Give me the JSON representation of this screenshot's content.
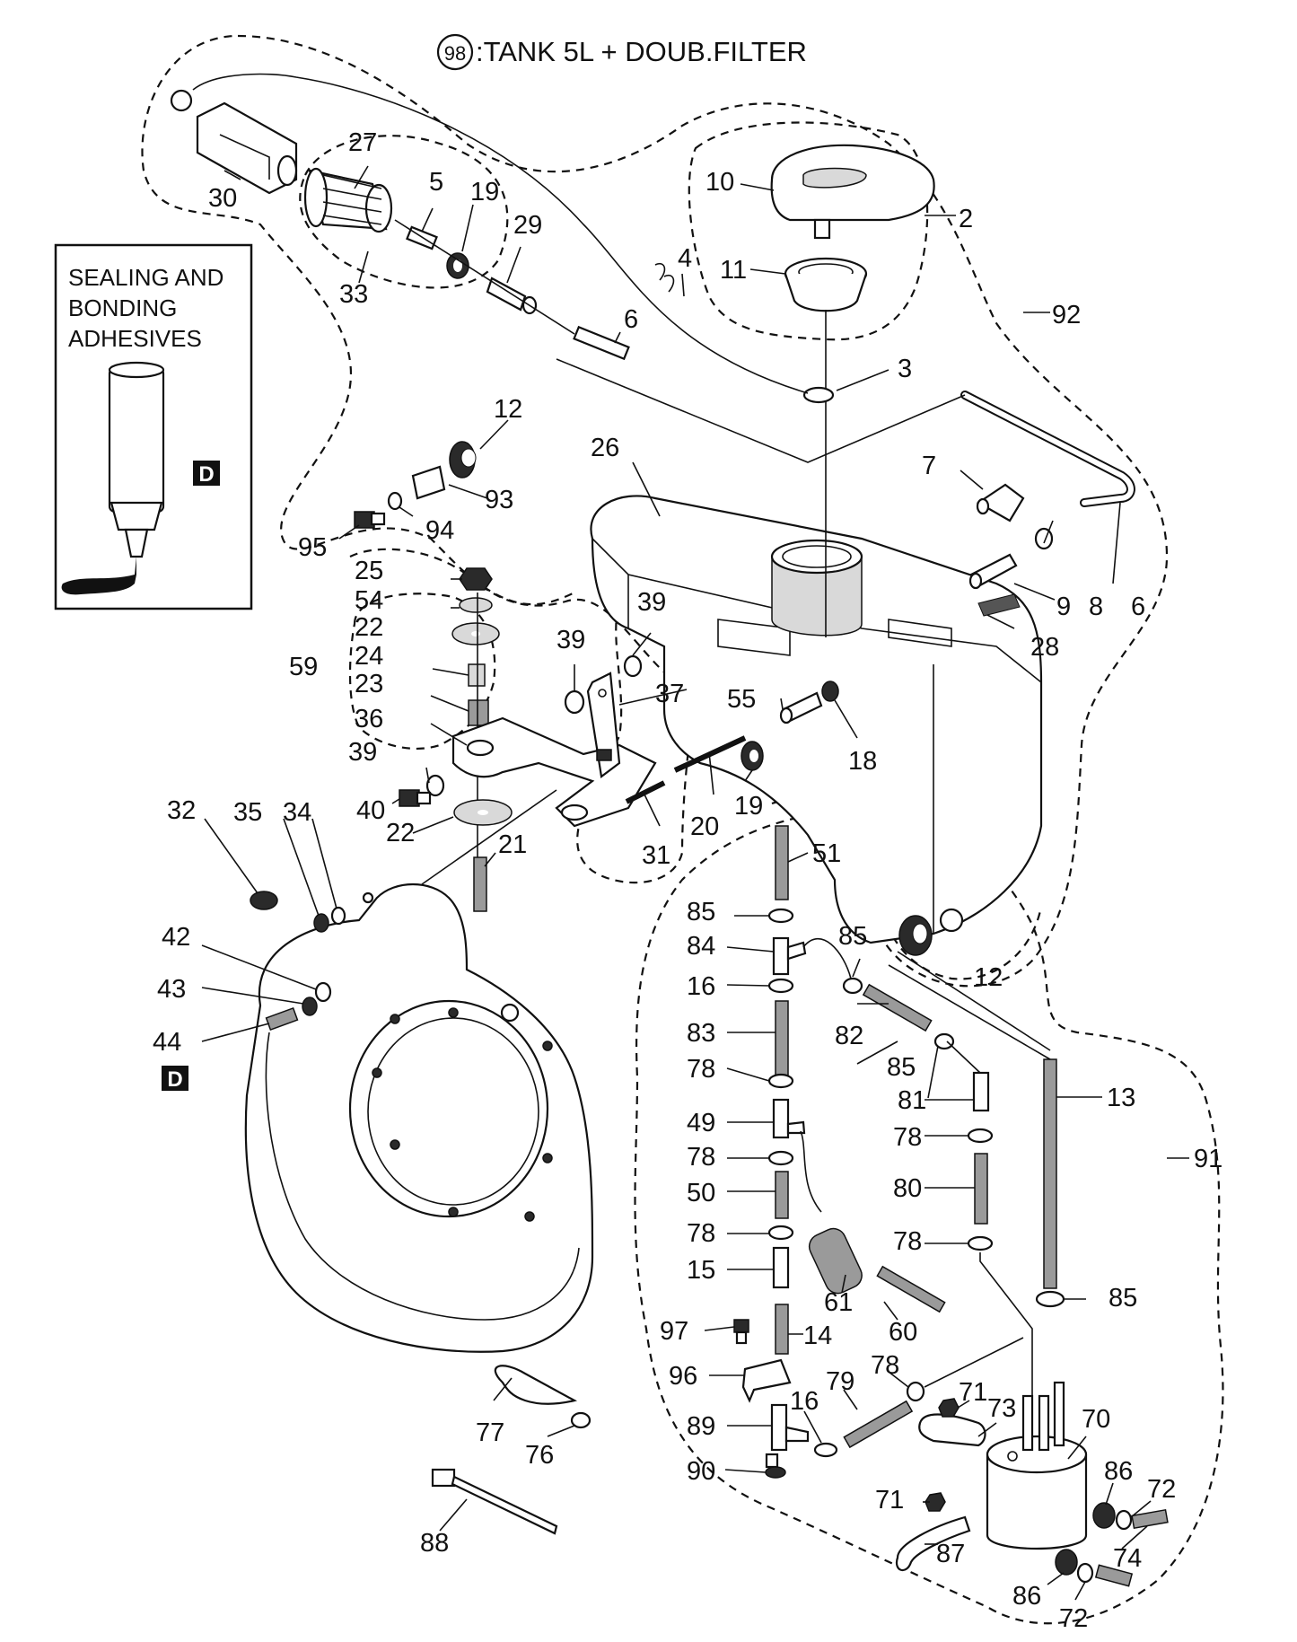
{
  "title": {
    "ref_number": "98",
    "text": ":TANK 5L + DOUB.FILTER"
  },
  "legend": {
    "lines": [
      "SEALING AND",
      "BONDING",
      "ADHESIVES"
    ],
    "symbol": "D"
  },
  "adhesive_marker": "D",
  "part_labels": {
    "p2": "2",
    "p3": "3",
    "p4": "4",
    "p5": "5",
    "p6a": "6",
    "p6b": "6",
    "p7": "7",
    "p8": "8",
    "p9": "9",
    "p10": "10",
    "p11": "11",
    "p12a": "12",
    "p12b": "12",
    "p13": "13",
    "p14": "14",
    "p15": "15",
    "p16a": "16",
    "p16b": "16",
    "p18": "18",
    "p19a": "19",
    "p19b": "19",
    "p20": "20",
    "p21": "21",
    "p22a": "22",
    "p22b": "22",
    "p23": "23",
    "p24": "24",
    "p25": "25",
    "p26": "26",
    "p27": "27",
    "p28": "28",
    "p29": "29",
    "p30": "30",
    "p31": "31",
    "p32": "32",
    "p33": "33",
    "p34": "34",
    "p35": "35",
    "p36": "36",
    "p37": "37",
    "p39a": "39",
    "p39b": "39",
    "p39c": "39",
    "p40": "40",
    "p42": "42",
    "p43": "43",
    "p44": "44",
    "p49": "49",
    "p50": "50",
    "p51": "51",
    "p54": "54",
    "p55": "55",
    "p59": "59",
    "p60": "60",
    "p61": "61",
    "p70": "70",
    "p71a": "71",
    "p71b": "71",
    "p72a": "72",
    "p72b": "72",
    "p73": "73",
    "p74": "74",
    "p76": "76",
    "p77": "77",
    "p78a": "78",
    "p78b": "78",
    "p78c": "78",
    "p78d": "78",
    "p78e": "78",
    "p78f": "78",
    "p79": "79",
    "p80": "80",
    "p81": "81",
    "p82": "82",
    "p83": "83",
    "p84": "84",
    "p85a": "85",
    "p85b": "85",
    "p85c": "85",
    "p85d": "85",
    "p86a": "86",
    "p86b": "86",
    "p87": "87",
    "p88": "88",
    "p89": "89",
    "p90": "90",
    "p91": "91",
    "p92": "92",
    "p93": "93",
    "p94": "94",
    "p95": "95",
    "p96": "96",
    "p97": "97"
  }
}
